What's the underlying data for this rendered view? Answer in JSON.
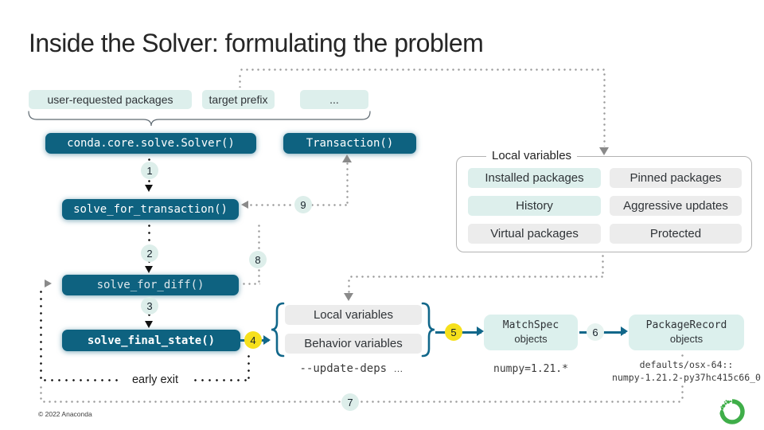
{
  "slide": {
    "title": "Inside the Solver: formulating the problem",
    "copyright": "© 2022 Anaconda"
  },
  "input_pills": {
    "user_requested": "user-requested packages",
    "target_prefix": "target prefix",
    "more": "..."
  },
  "code_boxes": {
    "solver": "conda.core.solve.Solver()",
    "transaction": "Transaction()",
    "solve_for_transaction": "solve_for_transaction()",
    "solve_for_diff": "solve_for_diff()",
    "solve_final_state": "solve_final_state()"
  },
  "steps": {
    "s1": "1",
    "s2": "2",
    "s3": "3",
    "s4": "4",
    "s5": "5",
    "s6": "6",
    "s7": "7",
    "s8": "8",
    "s9": "9"
  },
  "local_variables_panel": {
    "label": "Local variables",
    "items": [
      {
        "label": "Installed packages",
        "highlighted": true
      },
      {
        "label": "Pinned packages",
        "highlighted": false
      },
      {
        "label": "History",
        "highlighted": true
      },
      {
        "label": "Aggressive updates",
        "highlighted": false
      },
      {
        "label": "Virtual packages",
        "highlighted": false
      },
      {
        "label": "Protected",
        "highlighted": false
      }
    ]
  },
  "variables_group": {
    "local": "Local variables",
    "behavior": "Behavior variables",
    "caption": "--update-deps",
    "caption_more": "…"
  },
  "objects": {
    "matchspec_name": "MatchSpec",
    "matchspec_suffix": "objects",
    "matchspec_example": "numpy=1.21.*",
    "packagerecord_name": "PackageRecord",
    "packagerecord_suffix": "objects",
    "packagerecord_example_1": "defaults/osx-64::",
    "packagerecord_example_2": "numpy-1.21.2-py37hc415c66_0"
  },
  "labels": {
    "early_exit": "early exit"
  },
  "colors": {
    "box_teal": "#0e6280",
    "accent_teal": "#11678a",
    "mint": "#ddefec",
    "gray_pill": "#ececec",
    "step_circle_mint": "#ddeeea",
    "highlight_yellow": "#f6e01c",
    "logo_green": "#3fae49"
  }
}
